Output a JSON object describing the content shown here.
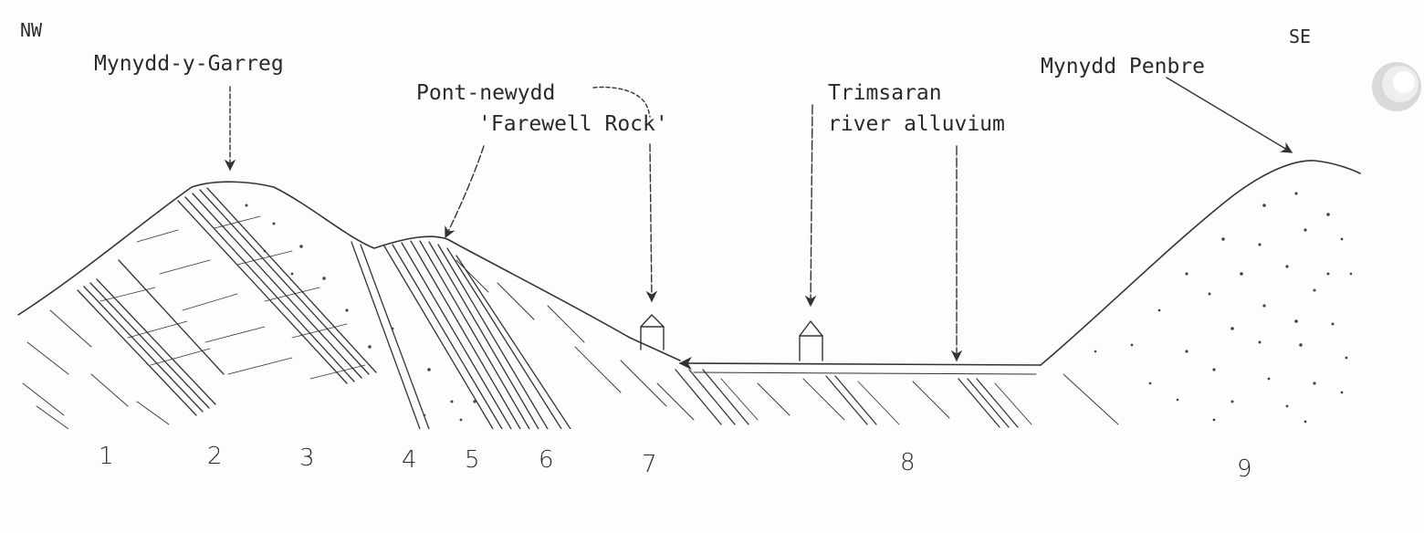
{
  "orientation": {
    "left": "NW",
    "right": "SE"
  },
  "labels": {
    "mynydd_y_garreg": "Mynydd-y-Garreg",
    "pont_newydd": "Pont-newydd",
    "farewell_rock": "'Farewell Rock'",
    "trimsaran": "Trimsaran",
    "river_alluvium": "river alluvium",
    "mynydd_penbre": "Mynydd Penbre"
  },
  "units": [
    "1",
    "2",
    "3",
    "4",
    "5",
    "6",
    "7",
    "8",
    "9"
  ],
  "colors": {
    "ink": "#333333",
    "paper": "#fdfdfb"
  }
}
